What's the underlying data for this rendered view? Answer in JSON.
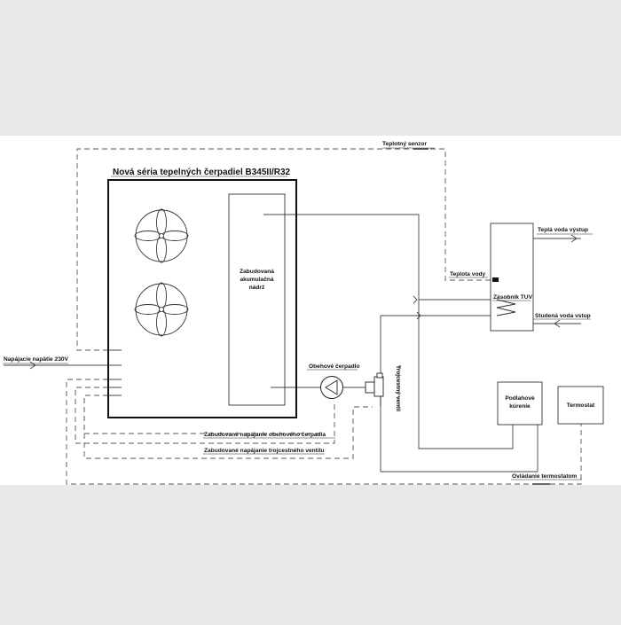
{
  "diagram": {
    "title": "Nová séria tepelných čerpadiel B345II/R32",
    "labels": {
      "sensor": "Teplotný senzor",
      "tank_line1": "Zabudovaná",
      "tank_line2": "akumulačná",
      "tank_line3": "nádrž",
      "hot_water_out": "Teplá voda výstup",
      "water_temp": "Teplota vody",
      "dhw_tank": "Zásobník TUV",
      "cold_water_in": "Studená voda vstup",
      "power_in": "Napájacie napätie 230V",
      "pump": "Obehové čerpadlo",
      "three_way_valve": "Trojcestný ventil",
      "floor_line1": "Podlahové",
      "floor_line2": "kúrenie",
      "thermostat": "Termostat",
      "pump_power": "Zabudované napájanie obehového čerpadla",
      "valve_power": "Zabudované napájanie trojcestného ventilu",
      "thermo_control": "Ovládanie termostatom"
    }
  }
}
